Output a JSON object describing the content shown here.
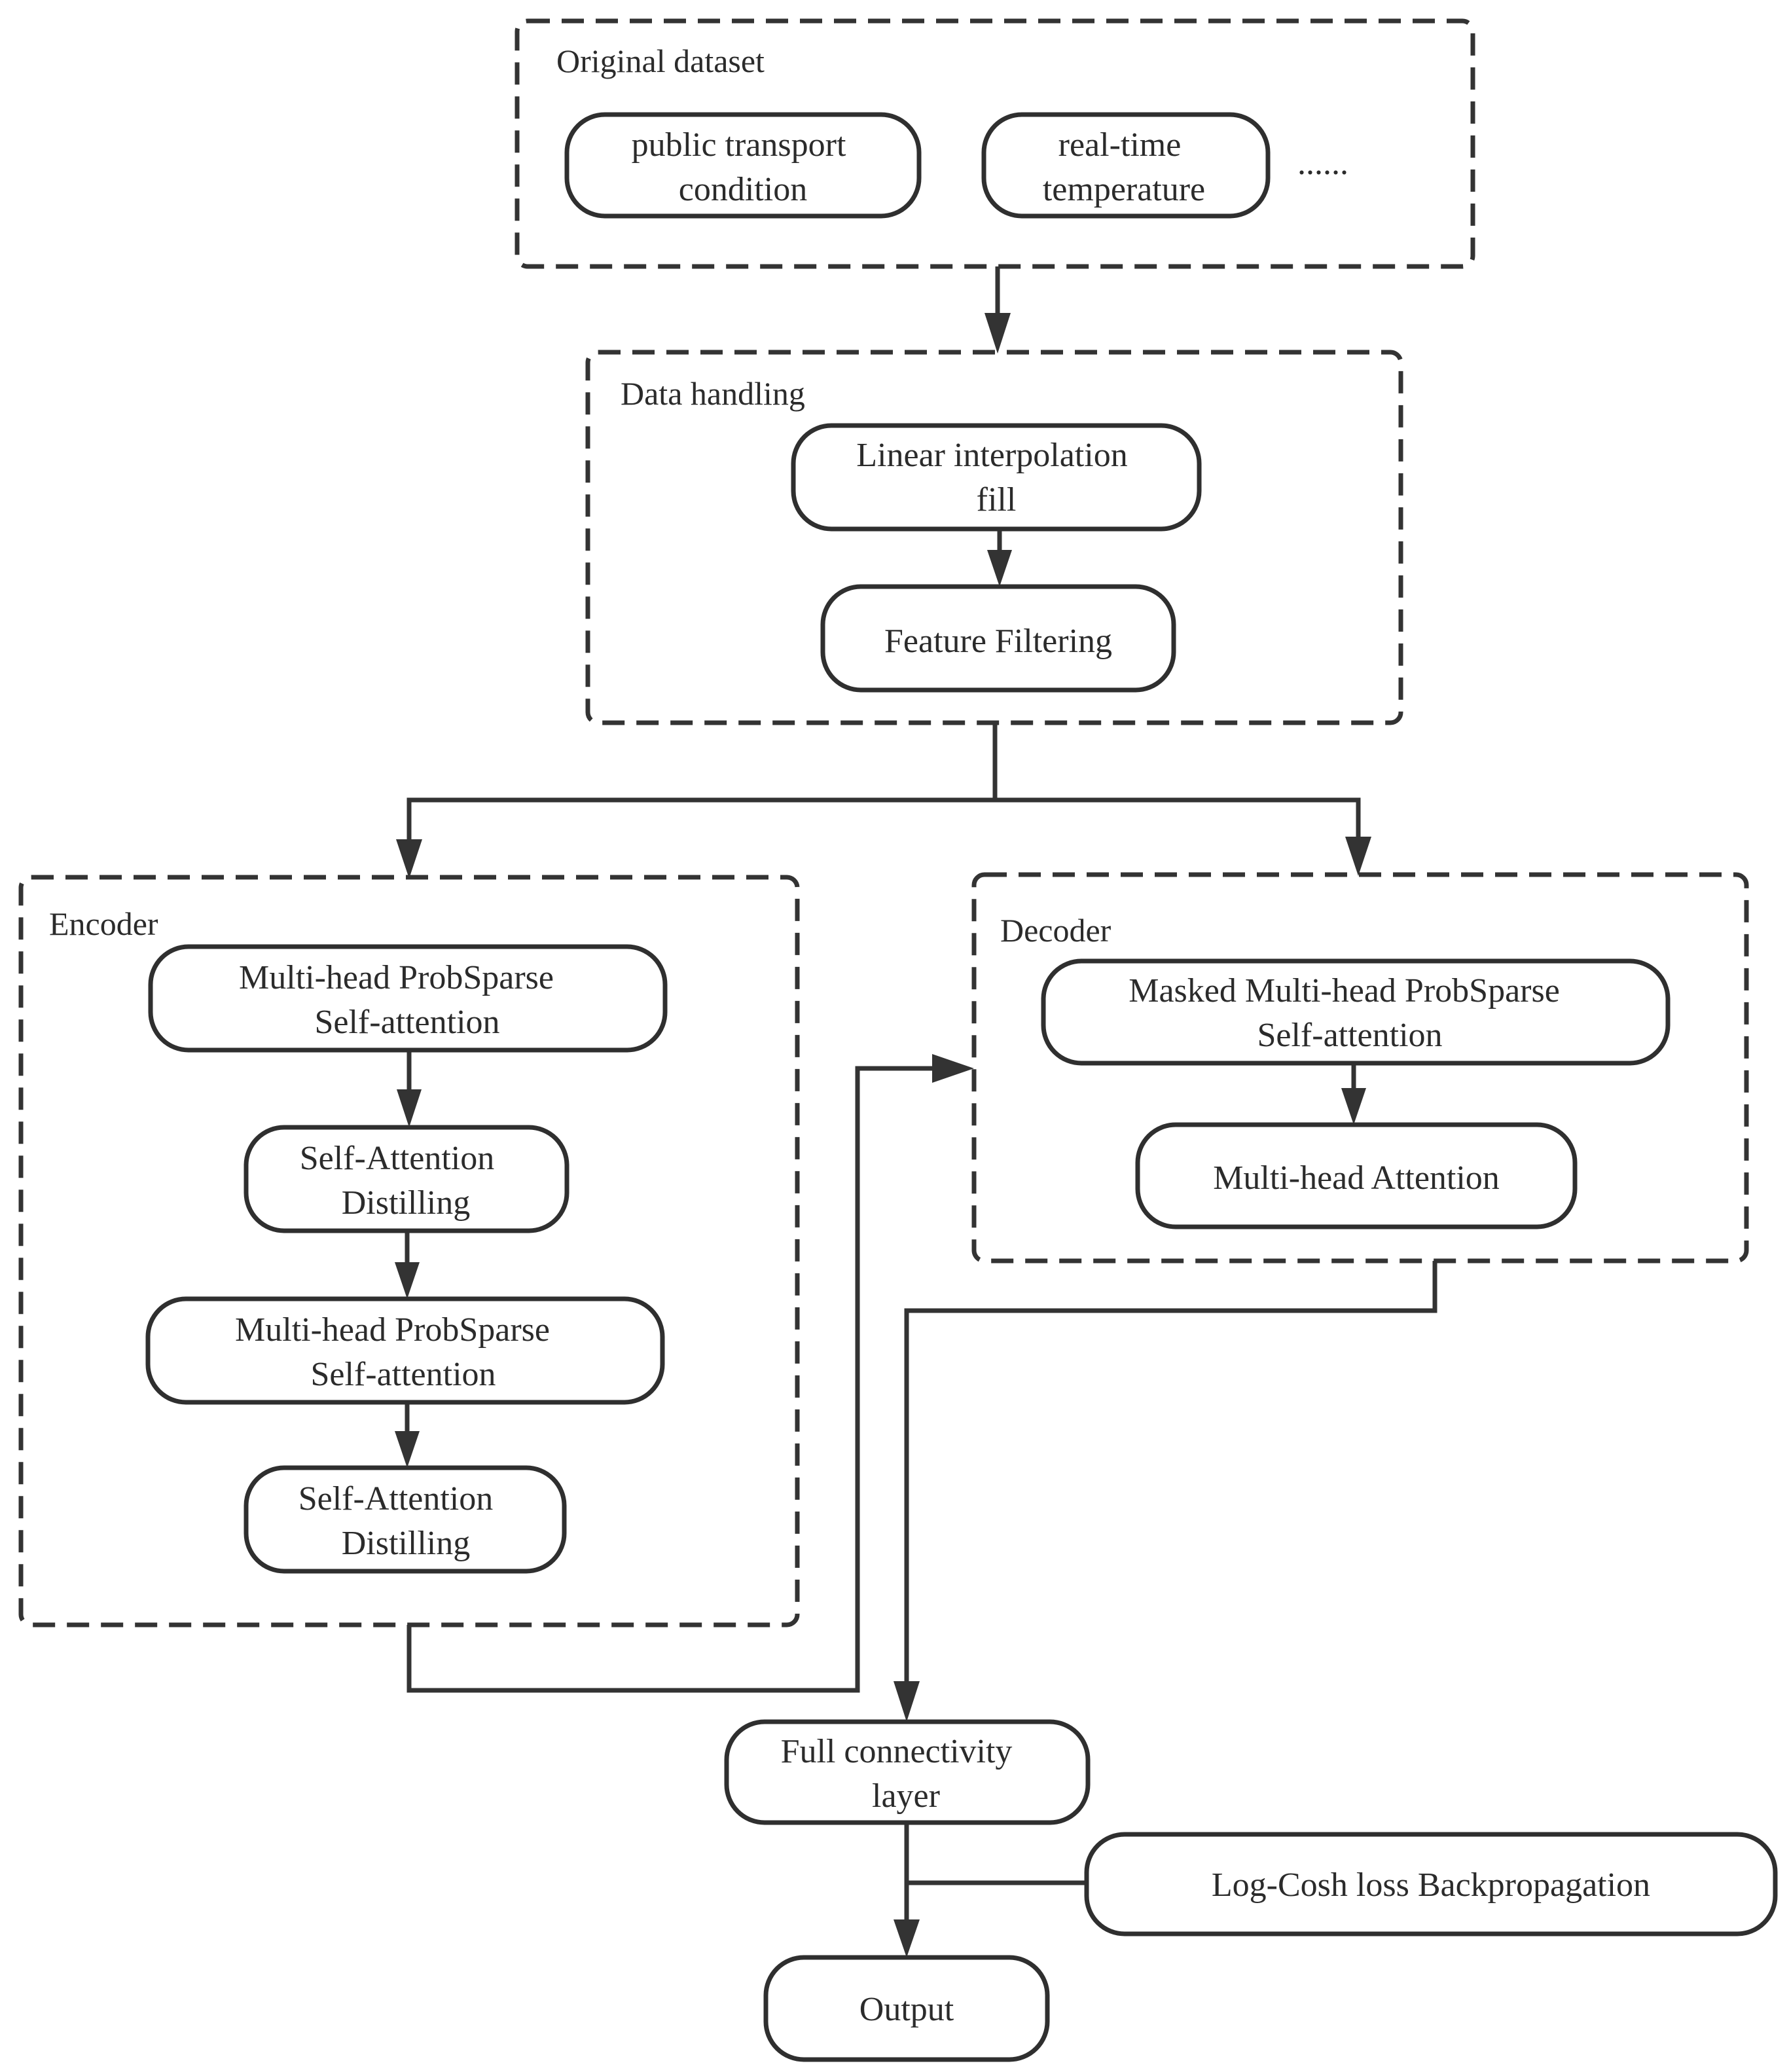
{
  "groups": {
    "original_dataset": "Original dataset",
    "data_handling": "Data handling",
    "encoder": "Encoder",
    "decoder": "Decoder"
  },
  "nodes": {
    "public_transport": [
      "public transport",
      "condition"
    ],
    "real_time_temperature": [
      "real-time",
      "temperature"
    ],
    "ellipsis": "......",
    "linear_interpolation": [
      "Linear interpolation",
      "fill"
    ],
    "feature_filtering": "Feature Filtering",
    "enc_attention_1": [
      "Multi-head ProbSparse",
      "Self-attention"
    ],
    "enc_distilling_1": [
      "Self-Attention",
      "Distilling"
    ],
    "enc_attention_2": [
      "Multi-head ProbSparse",
      "Self-attention"
    ],
    "enc_distilling_2": [
      "Self-Attention",
      "Distilling"
    ],
    "dec_masked_attention": [
      "Masked Multi-head ProbSparse",
      "Self-attention"
    ],
    "dec_multihead_attention": "Multi-head Attention",
    "full_connectivity": [
      "Full connectivity",
      "layer"
    ],
    "log_cosh": "Log-Cosh loss Backpropagation",
    "output": "Output"
  },
  "colors": {
    "stroke": "#333333",
    "background": "#ffffff",
    "text": "#2b2b2b"
  }
}
